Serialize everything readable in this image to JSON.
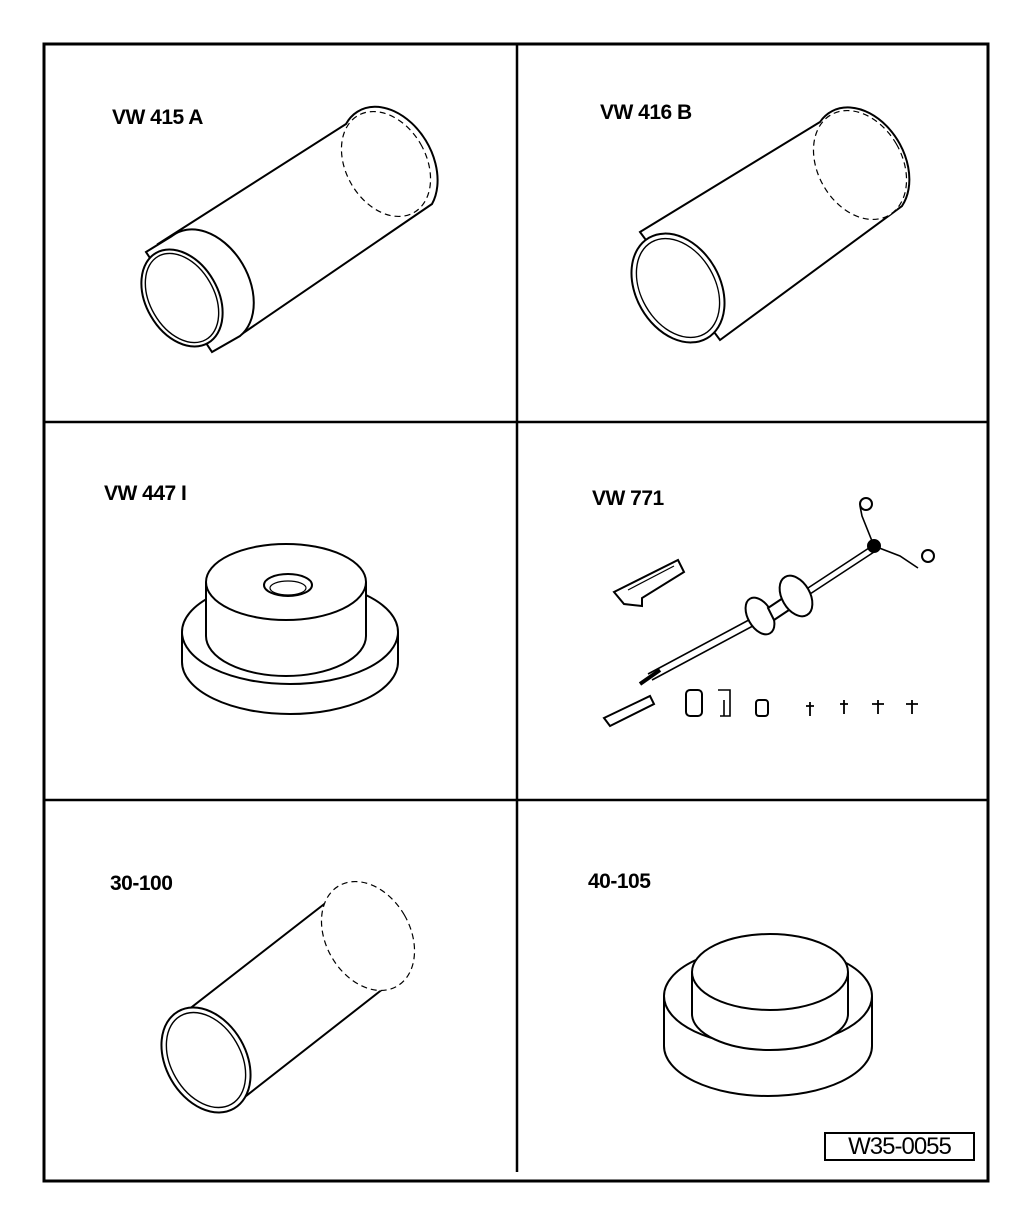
{
  "tools": [
    {
      "id": "vw-415-a",
      "label": "VW 415 A"
    },
    {
      "id": "vw-416-b",
      "label": "VW 416 B"
    },
    {
      "id": "vw-447-i",
      "label": "VW 447 I"
    },
    {
      "id": "vw-771",
      "label": "VW 771"
    },
    {
      "id": "30-100",
      "label": "30-100"
    },
    {
      "id": "40-105",
      "label": "40-105"
    }
  ],
  "figure_code": "W35-0055",
  "colors": {
    "line": "#000000",
    "background": "#ffffff"
  }
}
